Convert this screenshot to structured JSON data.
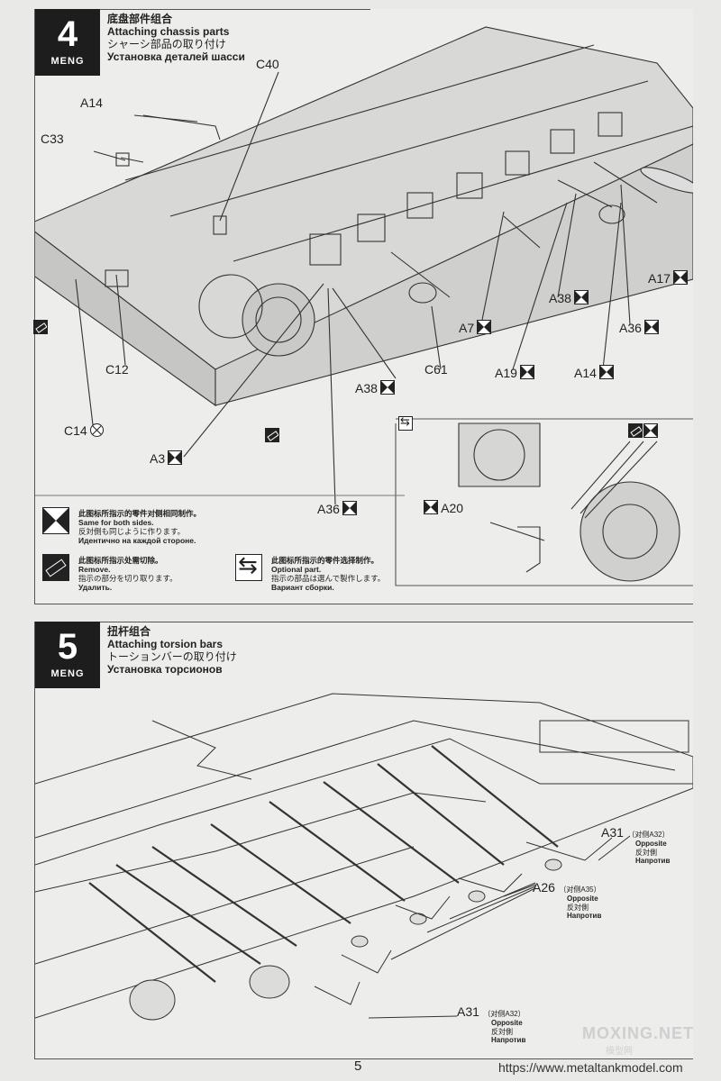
{
  "step4": {
    "number": "4",
    "brand": "MENG",
    "title_zh": "底盘部件组合",
    "title_en": "Attaching chassis parts",
    "title_ja": "シャーシ部品の取り付け",
    "title_ru": "Установка деталей шасси",
    "labels": {
      "c40": "C40",
      "a14_top": "A14",
      "c33": "C33",
      "c12": "C12",
      "c14": "C14",
      "a3": "A3",
      "a36_bottom": "A36",
      "a38_left": "A38",
      "c61": "C61",
      "a7": "A7",
      "a19": "A19",
      "a38_right": "A38",
      "a14_right": "A14",
      "a36_right": "A36",
      "a17": "A17",
      "a20": "A20"
    },
    "legend": {
      "same_zh": "此图标所指示的零件对侧相同制作。",
      "same_en": "Same for both sides.",
      "same_ja": "反対側も同じように作ります。",
      "same_ru": "Идентично на каждой стороне.",
      "remove_zh": "此图标所指示处需切除。",
      "remove_en": "Remove.",
      "remove_ja": "指示の部分を切り取ります。",
      "remove_ru": "Удалить.",
      "optional_zh": "此图标所指示的零件选择制作。",
      "optional_en": "Optional part.",
      "optional_ja": "指示の部品は選んで製作します。",
      "optional_ru": "Вариант сборки."
    }
  },
  "step5": {
    "number": "5",
    "brand": "MENG",
    "title_zh": "扭杆组合",
    "title_en": "Attaching torsion bars",
    "title_ja": "トーションバーの取り付け",
    "title_ru": "Установка торсионов",
    "callouts": [
      {
        "part": "A31",
        "opp_zh": "（对侧",
        "opp_part": "A32",
        "opp_close": "）",
        "en": "Opposite",
        "ja": "反対側",
        "ru": "Напротив"
      },
      {
        "part": "A26",
        "opp_zh": "（对侧",
        "opp_part": "A35",
        "opp_close": "）",
        "en": "Opposite",
        "ja": "反対側",
        "ru": "Напротив"
      },
      {
        "part": "A31",
        "opp_zh": "（对侧",
        "opp_part": "A32",
        "opp_close": "）",
        "en": "Opposite",
        "ja": "反対側",
        "ru": "Напротив"
      }
    ]
  },
  "footer": {
    "page_number": "5",
    "website": "https://www.metaltankmodel.com",
    "watermark": "MOXING.NET",
    "watermark_sub": "模型网"
  },
  "icons": [
    "same-both-sides-icon",
    "remove-icon",
    "optional-part-icon",
    "do-not-glue-icon"
  ]
}
